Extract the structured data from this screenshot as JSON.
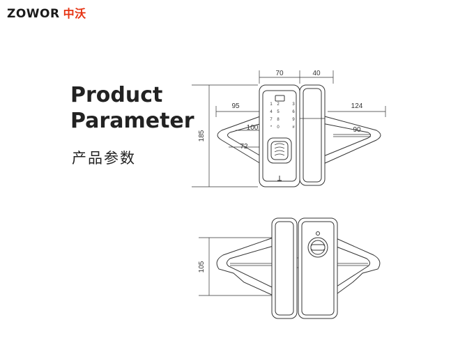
{
  "brand": {
    "name_en": "ZOWOR",
    "name_cn": "中沃"
  },
  "title": {
    "line1": "Product",
    "line2": "Parameter"
  },
  "subtitle": "产品参数",
  "front_view": {
    "dimensions": {
      "front_width": "70",
      "side_width": "40",
      "left_span": "95",
      "right_span": "124",
      "height": "185",
      "left_handle_outer": "100",
      "left_handle_inner": "72",
      "right_handle": "90"
    },
    "keypad": [
      "1",
      "2",
      "3",
      "4",
      "5",
      "6",
      "7",
      "8",
      "9",
      "*",
      "0",
      "#"
    ]
  },
  "rear_view": {
    "dimensions": {
      "height": "105"
    }
  },
  "colors": {
    "line": "#333333",
    "brand_red": "#e63312",
    "text": "#222222"
  }
}
